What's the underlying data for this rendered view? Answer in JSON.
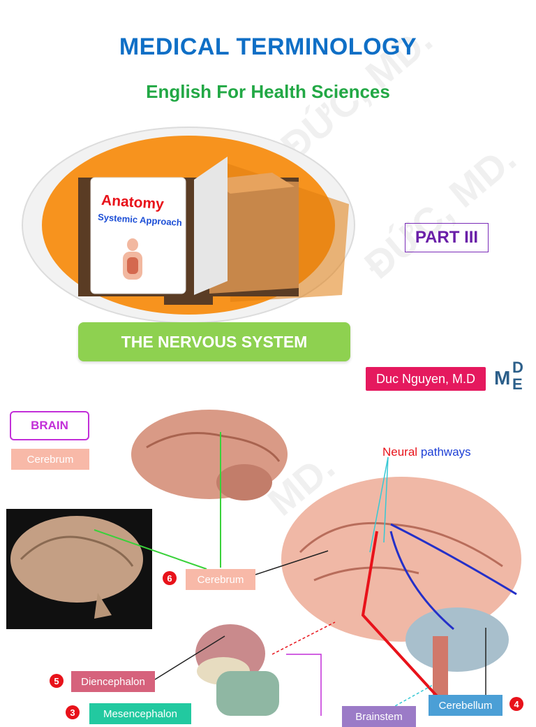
{
  "header": {
    "title": "MEDICAL TERMINOLOGY",
    "subtitle": "English For Health Sciences"
  },
  "book": {
    "title": "Anatomy",
    "subtitle": "Systemic Approach"
  },
  "part_label": "PART III",
  "section_title": "THE NERVOUS SYSTEM",
  "author": "Duc Nguyen, M.D",
  "logo": {
    "letters_1": "M",
    "letters_2": "D",
    "letters_3": "E"
  },
  "diagram": {
    "brain_tag": "BRAIN",
    "cerebrum_tag": "Cerebrum",
    "neural_word1": "Neural",
    "neural_word2": "pathways",
    "labels": {
      "cerebrum": {
        "number": "6",
        "text": "Cerebrum"
      },
      "diencephalon": {
        "number": "5",
        "text": "Diencephalon"
      },
      "mesencephalon": {
        "number": "3",
        "text": "Mesencephalon"
      },
      "cerebellum": {
        "number": "4",
        "text": "Cerebellum"
      },
      "brainstem": {
        "text": "Brainstem"
      }
    }
  },
  "colors": {
    "title": "#0f6fc6",
    "subtitle": "#22a845",
    "part": "#6a1fa8",
    "section_bg": "#8ed150",
    "author_bg": "#e5195e",
    "accent_red": "#e8121a"
  }
}
